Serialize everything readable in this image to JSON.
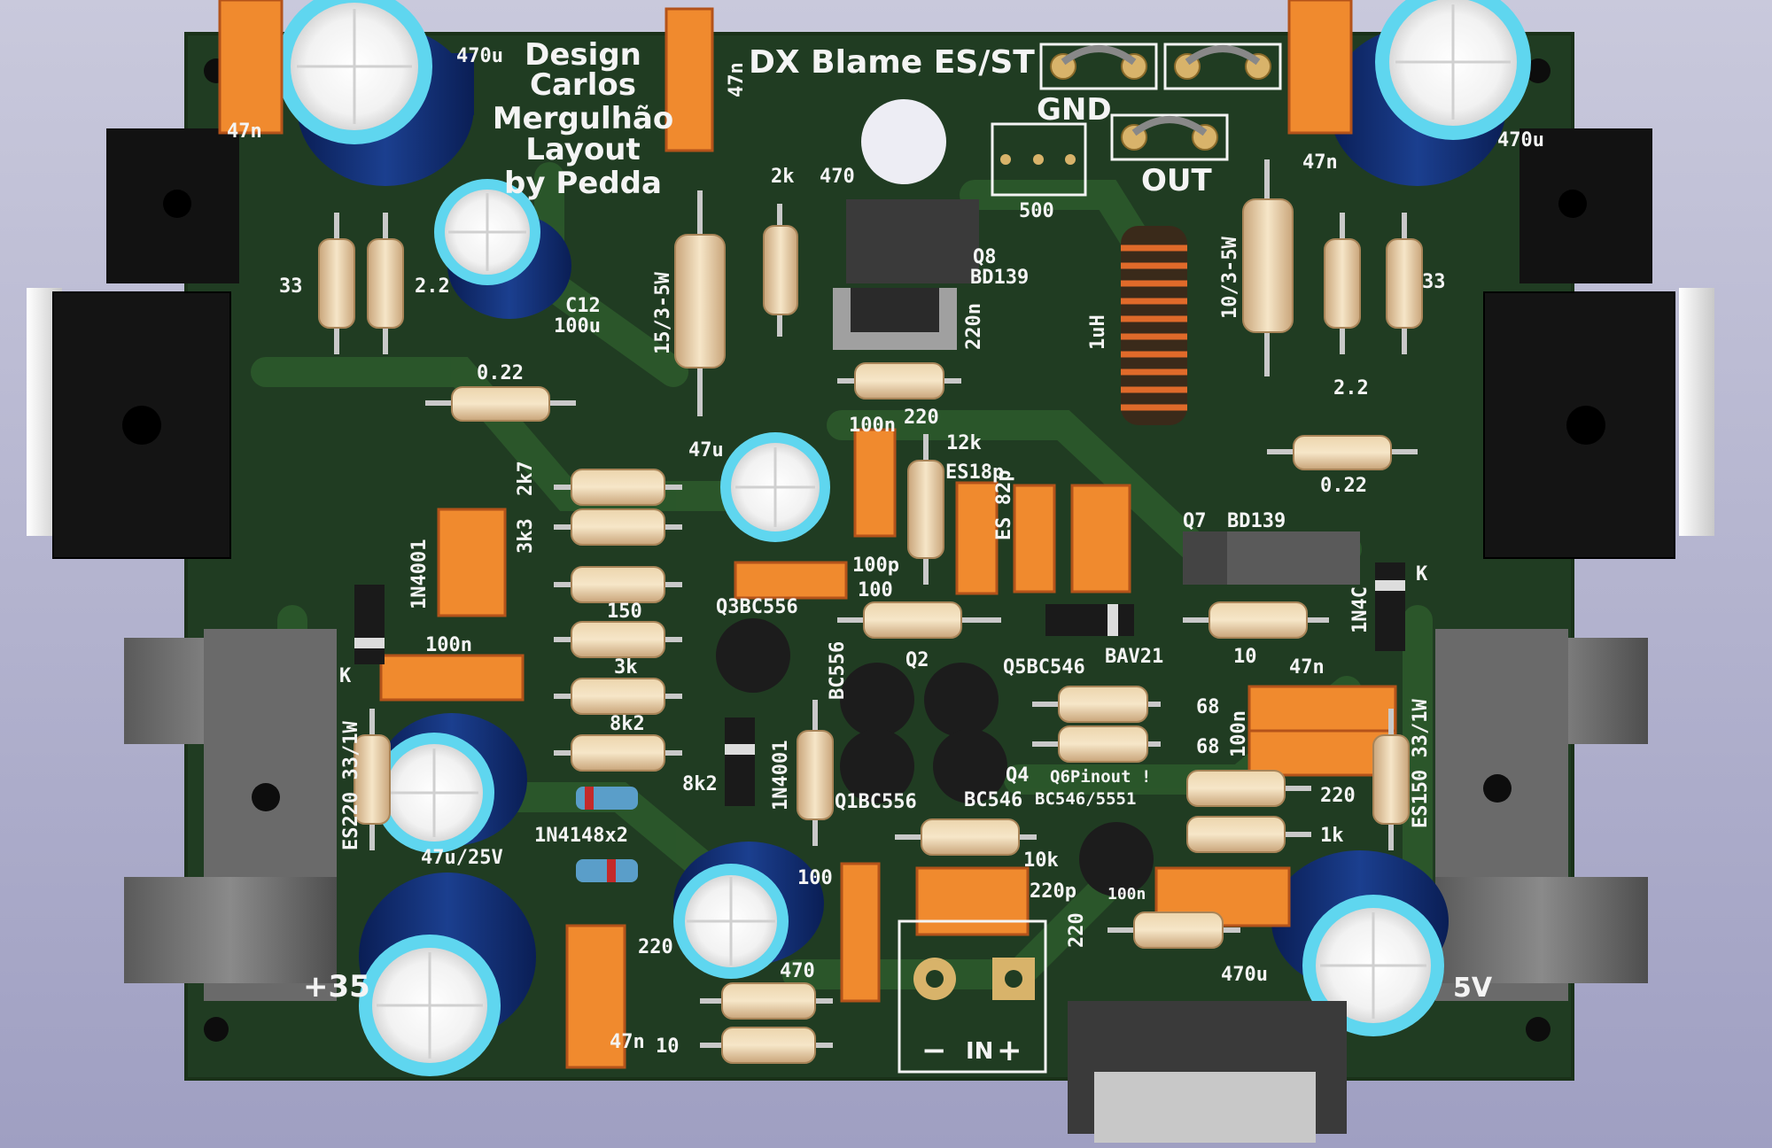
{
  "board": {
    "design_credit": [
      "Design",
      "Carlos",
      "Mergulhão",
      "Layout",
      "by Pedda"
    ],
    "title": "DX Blame ES/ST",
    "connectors": {
      "gnd": "GND",
      "out": "OUT",
      "in": "IN",
      "minus": "−",
      "plus": "+"
    },
    "rails": {
      "pos": "+35",
      "neg_tail": "5V"
    }
  },
  "labels": {
    "c470u_tl": "470u",
    "c47n_tl": "47n",
    "c47n_top": "47n",
    "c470u_tr": "470u",
    "c47n_tr": "47n",
    "r33_l": "33",
    "r22_l": "2.2",
    "c12": "C12",
    "c12_val": "100u",
    "r15": "15/3-5W",
    "r2k": "2k",
    "r470": "470",
    "q8": "Q8",
    "q8_type": "BD139",
    "c220n": "220n",
    "r220_mid": "220",
    "pot500": "500",
    "l1": "1uH",
    "r10_3": "10/3-5W",
    "r22_r": "2.2",
    "r33_r": "33",
    "r022_l": "0.22",
    "r022_r": "0.22",
    "c47u": "47u",
    "r2k7": "2k7",
    "r3k3": "3k3",
    "d1n4001_l": "1N4001",
    "c100n_l": "100n",
    "k_l": "K",
    "r150": "150",
    "r3k": "3k",
    "r8k2_a": "8k2",
    "r8k2_b": "8k2",
    "d1n4148": "1N4148x2",
    "es220": "ES220 33/1W",
    "c47u_25v": "47u/25V",
    "c100n_mid": "100n",
    "r12k": "12k",
    "es18p": "ES18p",
    "es82p": "ES 82p",
    "c100p": "100p",
    "r100_a": "100",
    "q3": "Q3BC556",
    "q2_type": "BC556",
    "q2": "Q2",
    "q5": "Q5BC546",
    "d1n4001_m": "1N4001",
    "bav21": "BAV21",
    "r10": "10",
    "q7": "Q7",
    "q7_type": "BD139",
    "d1n4_r": "1N4C",
    "k_r": "K",
    "c47n_r": "47n",
    "r68_a": "68",
    "r68_b": "68",
    "c100n_r": "100n",
    "r220_r": "220",
    "r1k": "1k",
    "es150": "ES150 33/1W",
    "q1": "Q1BC556",
    "q4": "Q4",
    "q4_type": "BC546",
    "q6": "Q6Pinout !",
    "q6_type": "BC546/5551",
    "r10k": "10k",
    "c220p": "220p",
    "c100n_b": "100n",
    "r220_b": "220",
    "c470u_br": "470u",
    "r100_b": "100",
    "r220_bl": "220",
    "r470_b": "470",
    "r10_b": "10",
    "c47n_bl": "47n"
  }
}
